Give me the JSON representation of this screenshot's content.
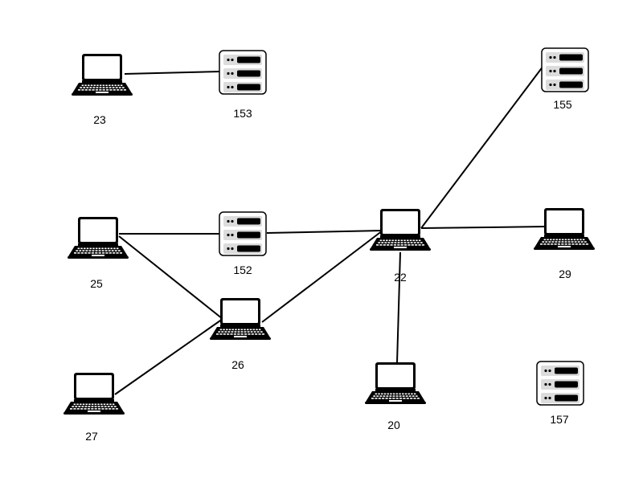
{
  "colors": {
    "background": "#ffffff",
    "line": "#000000",
    "device": "#000000",
    "server_panel": "#dcdcdc"
  },
  "nodes": [
    {
      "id": "23",
      "label": "23",
      "type": "laptop",
      "icon": "laptop-icon"
    },
    {
      "id": "153",
      "label": "153",
      "type": "server",
      "icon": "server-icon"
    },
    {
      "id": "155",
      "label": "155",
      "type": "server",
      "icon": "server-icon"
    },
    {
      "id": "25",
      "label": "25",
      "type": "laptop",
      "icon": "laptop-icon"
    },
    {
      "id": "152",
      "label": "152",
      "type": "server",
      "icon": "server-icon"
    },
    {
      "id": "22",
      "label": "22",
      "type": "laptop",
      "icon": "laptop-icon"
    },
    {
      "id": "29",
      "label": "29",
      "type": "laptop",
      "icon": "laptop-icon"
    },
    {
      "id": "26",
      "label": "26",
      "type": "laptop",
      "icon": "laptop-icon"
    },
    {
      "id": "27",
      "label": "27",
      "type": "laptop",
      "icon": "laptop-icon"
    },
    {
      "id": "20",
      "label": "20",
      "type": "laptop",
      "icon": "laptop-icon"
    },
    {
      "id": "157",
      "label": "157",
      "type": "server",
      "icon": "server-icon"
    }
  ],
  "edges": [
    {
      "from": "23",
      "to": "153"
    },
    {
      "from": "25",
      "to": "152"
    },
    {
      "from": "152",
      "to": "22"
    },
    {
      "from": "25",
      "to": "26"
    },
    {
      "from": "26",
      "to": "22"
    },
    {
      "from": "27",
      "to": "26"
    },
    {
      "from": "22",
      "to": "155"
    },
    {
      "from": "22",
      "to": "29"
    },
    {
      "from": "22",
      "to": "20"
    }
  ]
}
